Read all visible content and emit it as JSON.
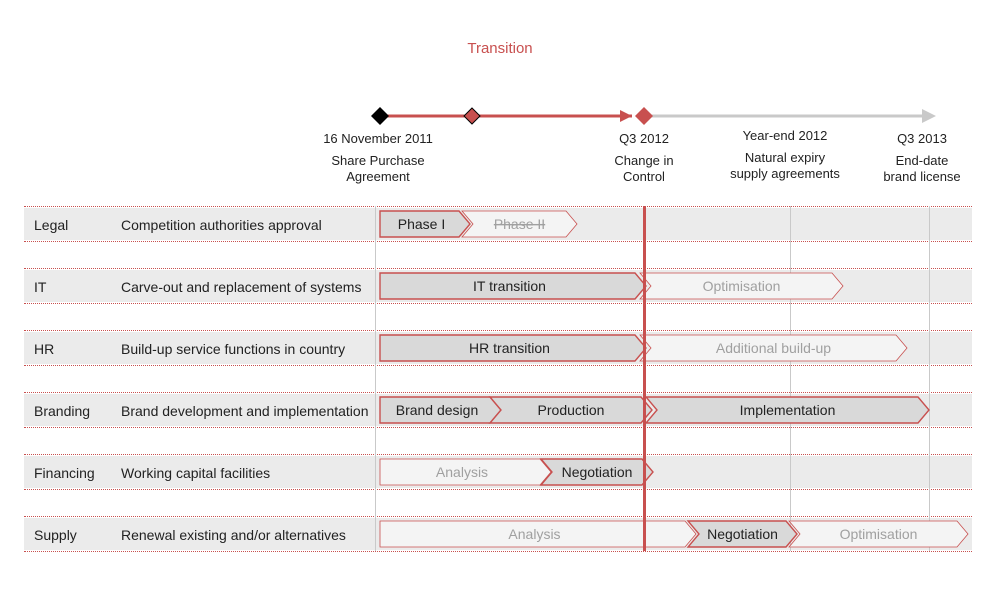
{
  "title": "Transition",
  "milestones": [
    {
      "lines": [
        "16 November 2011",
        "Share Purchase",
        "Agreement"
      ]
    },
    {
      "lines": [
        "Q3 2012",
        "Change in",
        "Control"
      ]
    },
    {
      "lines": [
        "Year-end 2012",
        "Natural expiry",
        "supply agreements"
      ]
    },
    {
      "lines": [
        "Q3 2013",
        "End-date",
        "brand license"
      ]
    }
  ],
  "rows": [
    {
      "category": "Legal",
      "description": "Competition authorities approval",
      "bars": [
        {
          "label": "Phase I",
          "style": "active"
        },
        {
          "label": "Phase II",
          "style": "struck"
        }
      ]
    },
    {
      "category": "IT",
      "description": "Carve-out and replacement of systems",
      "bars": [
        {
          "label": "IT transition",
          "style": "active"
        },
        {
          "label": "Optimisation",
          "style": "light"
        }
      ]
    },
    {
      "category": "HR",
      "description": "Build-up service functions in country",
      "bars": [
        {
          "label": "HR transition",
          "style": "active"
        },
        {
          "label": "Additional build-up",
          "style": "light"
        }
      ]
    },
    {
      "category": "Branding",
      "description": "Brand development and implementation",
      "bars": [
        {
          "label": "Brand design",
          "style": "active"
        },
        {
          "label": "Production",
          "style": "active"
        },
        {
          "label": "Implementation",
          "style": "active"
        }
      ]
    },
    {
      "category": "Financing",
      "description": "Working capital facilities",
      "bars": [
        {
          "label": "Analysis",
          "style": "light"
        },
        {
          "label": "Negotiation",
          "style": "active"
        }
      ]
    },
    {
      "category": "Supply",
      "description": "Renewal existing and/or alternatives",
      "bars": [
        {
          "label": "Analysis",
          "style": "light"
        },
        {
          "label": "Negotiation",
          "style": "active"
        },
        {
          "label": "Optimisation",
          "style": "light"
        }
      ]
    }
  ],
  "colors": {
    "accent_red": "#c8504f",
    "band_gray": "#ebebeb",
    "active_fill": "#d9d9d9",
    "light_fill": "#f4f4f4",
    "timeline_gray": "#c9c9c9",
    "milestone_black": "#000000"
  }
}
